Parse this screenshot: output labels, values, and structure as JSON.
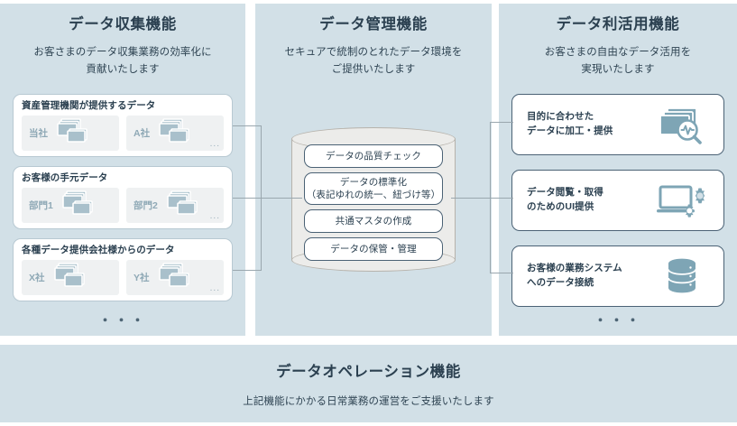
{
  "panels": {
    "collect": {
      "title": "データ収集機能",
      "subtitle": "お客さまのデータ収集業務の効率化に\n貢献いたします",
      "ellipsis": "・・・",
      "cards": [
        {
          "title": "資産管理機関が提供するデータ",
          "boxes": [
            {
              "label": "当社",
              "icon": "stacked-documents-icon",
              "ellipsis": ""
            },
            {
              "label": "A社",
              "icon": "stacked-documents-icon",
              "ellipsis": "..."
            }
          ]
        },
        {
          "title": "お客様の手元データ",
          "boxes": [
            {
              "label": "部門1",
              "icon": "stacked-documents-icon",
              "ellipsis": ""
            },
            {
              "label": "部門2",
              "icon": "stacked-documents-icon",
              "ellipsis": "..."
            }
          ]
        },
        {
          "title": "各種データ提供会社様からのデータ",
          "boxes": [
            {
              "label": "X社",
              "icon": "stacked-documents-icon",
              "ellipsis": ""
            },
            {
              "label": "Y社",
              "icon": "stacked-documents-icon",
              "ellipsis": "..."
            }
          ]
        }
      ]
    },
    "manage": {
      "title": "データ管理機能",
      "subtitle": "セキュアで統制のとれたデータ環境を\nご提供いたします",
      "cylinder_icon": "database-cylinder-icon",
      "pills": [
        {
          "line1": "データの品質チェック",
          "line2": ""
        },
        {
          "line1": "データの標準化",
          "line2": "（表記ゆれの統一、紐づけ等）"
        },
        {
          "line1": "共通マスタの作成",
          "line2": ""
        },
        {
          "line1": "データの保管・管理",
          "line2": ""
        }
      ]
    },
    "use": {
      "title": "データ利活用機能",
      "subtitle": "お客さまの自由なデータ活用を\n実現いたします",
      "ellipsis": "・・・",
      "cards": [
        {
          "line1": "目的に合わせた",
          "line2": "データに加工・提供",
          "icon": "data-magnifier-icon"
        },
        {
          "line1": "データ閲覧・取得",
          "line2": "のためのUI提供",
          "icon": "laptop-gears-icon"
        },
        {
          "line1": "お客様の業務システム",
          "line2": "へのデータ接続",
          "icon": "database-stack-icon"
        }
      ]
    },
    "operation": {
      "title": "データオペレーション機能",
      "subtitle": "上記機能にかかる日常業務の運営をご支援いたします"
    }
  },
  "colors": {
    "panel_bg": "#d2e0e7",
    "heading": "#2b4050",
    "card_border": "#4b6275",
    "src_card_border": "#b8c9d2",
    "icon_blue": "#7ea5b5",
    "connector": "#9aa7ae",
    "cylinder": "#ececea"
  }
}
